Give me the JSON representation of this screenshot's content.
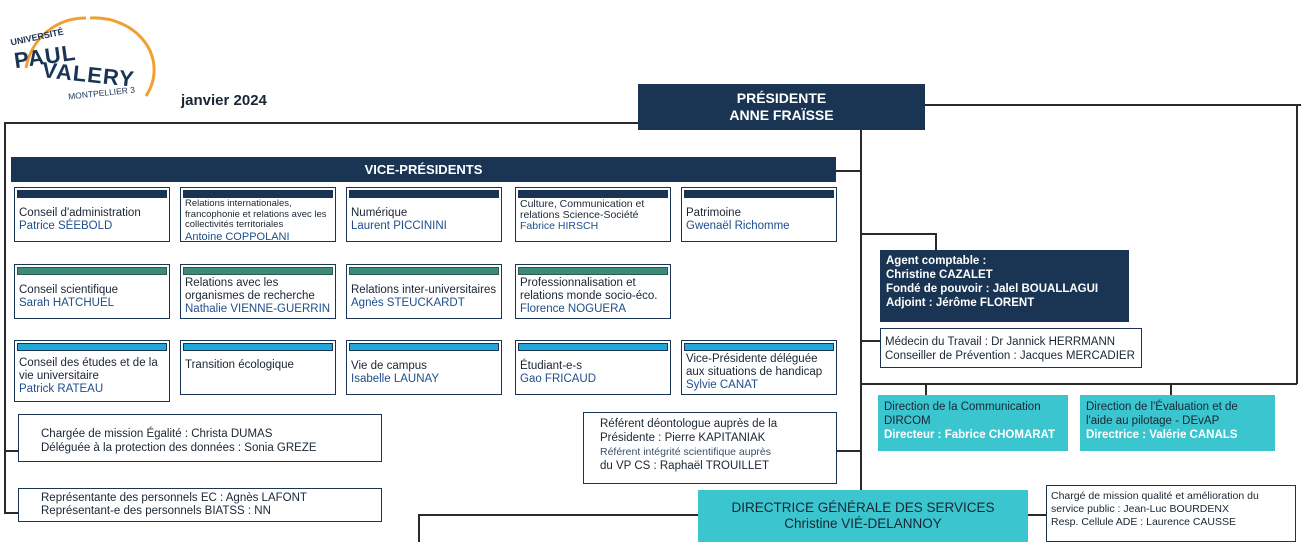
{
  "logo": {
    "line1": "UNIVERSITÉ",
    "line2": "PAUL",
    "line3": "VALERY",
    "line4": "MONTPELLIER 3"
  },
  "date": "janvier 2024",
  "presidente": {
    "title": "PRÉSIDENTE",
    "name": "ANNE FRAÏSSE"
  },
  "vp_header": "VICE-PRÉSIDENTS",
  "vp_rows": [
    {
      "style": "navy",
      "cards": [
        {
          "role": "Conseil d'administration",
          "name": "Patrice SÉEBOLD"
        },
        {
          "role": "Relations internationales, francophonie et relations avec les collectivités territoriales",
          "name": "Antoine COPPOLANI",
          "small": true
        },
        {
          "role": "Numérique",
          "name": "Laurent PICCININI"
        },
        {
          "role": "Culture, Communication et relations Science-Société",
          "name": "Fabrice HIRSCH",
          "small": true
        },
        {
          "role": "Patrimoine",
          "name": "Gwenaël Richomme"
        }
      ]
    },
    {
      "style": "green",
      "cards": [
        {
          "role": "Conseil scientifique",
          "name": "Sarah HATCHUEL"
        },
        {
          "role": "Relations avec les organismes de recherche",
          "name": "Nathalie VIENNE-GUERRIN"
        },
        {
          "role": "Relations inter-universitaires",
          "name": "Agnès STEUCKARDT"
        },
        {
          "role": "Professionnalisation et relations monde socio-éco.",
          "name": "Florence NOGUERA"
        }
      ]
    },
    {
      "style": "blue",
      "cards": [
        {
          "role": "Conseil des études et de la vie universitaire",
          "name": "Patrick RATEAU"
        },
        {
          "role": "Transition écologique",
          "name": ""
        },
        {
          "role": "Vie de campus",
          "name": "Isabelle LAUNAY"
        },
        {
          "role": "Étudiant-e-s",
          "name": "Gao FRICAUD"
        },
        {
          "role": "Vice-Présidente déléguée aux situations de handicap",
          "name": "Sylvie CANAT"
        }
      ]
    }
  ],
  "mission_box": {
    "line1": "Chargée de mission Égalité : Christa DUMAS",
    "line2": "Déléguée à la protection des données : Sonia GREZE"
  },
  "reps_box": {
    "line1": "Représentante des personnels EC : Agnès LAFONT",
    "line2": "Représentant-e des personnels BIATSS : NN"
  },
  "deonto_box": {
    "line1": "Référent déontologue auprès de la",
    "line2": "Présidente : Pierre KAPITANIAK",
    "line3": "Référent intégrité scientifique auprès",
    "line4": "du VP CS : Raphaël TROUILLET"
  },
  "agent_box": {
    "line1": "Agent comptable :",
    "line2": "Christine CAZALET",
    "line3": "Fondé de pouvoir : Jalel BOUALLAGUI",
    "line4": "Adjoint : Jérôme FLORENT"
  },
  "medecin_box": {
    "line1": "Médecin du Travail : Dr Jannick HERRMANN",
    "line2": "Conseiller de Prévention : Jacques MERCADIER"
  },
  "dircom_box": {
    "line1": "Direction de la Communication",
    "line2": "DIRCOM",
    "line3": "Directeur : Fabrice CHOMARAT"
  },
  "devap_box": {
    "line1": "Direction de l'Évaluation et de",
    "line2": "l'aide au pilotage - DEvAP",
    "line3": "Directrice : Valérie CANALS"
  },
  "dgs_box": {
    "title": "DIRECTRICE GÉNÉRALE DES SERVICES",
    "name": "Christine VIÉ-DELANNOY"
  },
  "qualite_box": {
    "line1": "Chargé de mission qualité et amélioration du",
    "line2": "service public : Jean-Luc BOURDENX",
    "line3": "Resp. Cellule ADE : Laurence CAUSSE"
  },
  "colors": {
    "navy": "#1a3553",
    "teal": "#3bc5cf",
    "green": "#3e8a78",
    "blue": "#22a8d8",
    "logo_orange": "#f0a030"
  }
}
